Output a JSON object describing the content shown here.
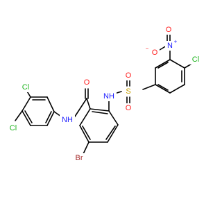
{
  "molecule": {
    "atoms": {
      "cl_top": {
        "text": "Cl",
        "color": "#1db31d"
      },
      "nitro_n": {
        "text": "N",
        "color": "#2020ff"
      },
      "nitro_n_charge": {
        "text": "+",
        "color": "#2020ff"
      },
      "nitro_o_top": {
        "text": "O",
        "color": "#ff2020"
      },
      "nitro_o_left": {
        "text": "O",
        "color": "#ff2020"
      },
      "nitro_o_charge": {
        "text": "−",
        "color": "#ff2020"
      },
      "sulfonyl_s": {
        "text": "S",
        "color": "#c8a000"
      },
      "sulfonyl_o_up": {
        "text": "O",
        "color": "#ff2020"
      },
      "sulfonyl_o_down": {
        "text": "O",
        "color": "#ff2020"
      },
      "sulfonamide_nh": {
        "text": "NH",
        "color": "#2020ff"
      },
      "amide_o": {
        "text": "O",
        "color": "#ff2020"
      },
      "amide_nh": {
        "text": "NH",
        "color": "#2020ff"
      },
      "cl_left_a": {
        "text": "Cl",
        "color": "#1db31d"
      },
      "cl_left_b": {
        "text": "Cl",
        "color": "#1db31d"
      },
      "br": {
        "text": "Br",
        "color": "#a52a2a"
      }
    }
  }
}
